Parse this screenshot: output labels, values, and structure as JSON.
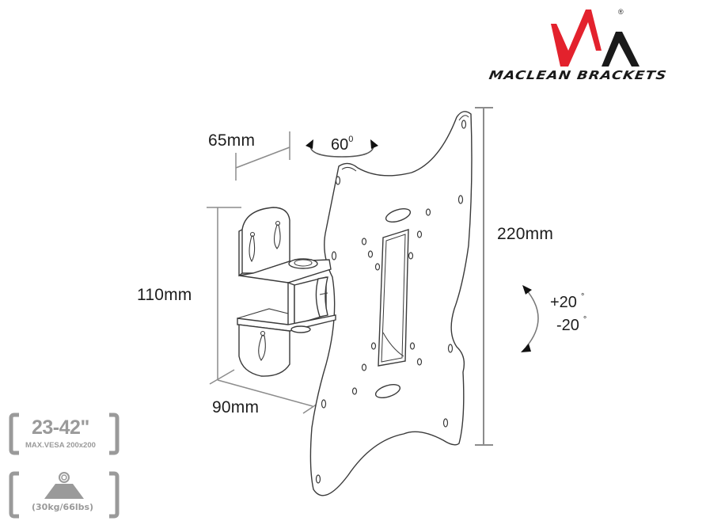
{
  "brand": {
    "name": "MACLEAN BRACKETS",
    "registered_mark": "®",
    "colors": {
      "logo_red": "#e3222d",
      "logo_black": "#1a1a1a"
    }
  },
  "dimensions": {
    "depth_min": "65mm",
    "depth_max": "90mm",
    "wall_plate_height": "110mm",
    "tv_plate_height": "220mm"
  },
  "rotation": {
    "swivel": {
      "value": "60",
      "unit": "0"
    },
    "tilt_up": {
      "value": "+20",
      "unit": "°"
    },
    "tilt_down": {
      "value": "-20",
      "unit": "°"
    }
  },
  "badges": {
    "screen_size": {
      "range": "23-42\"",
      "vesa": "MAX.VESA 200x200"
    },
    "load": {
      "icon": "weight-icon",
      "capacity": "(30kg/66lbs)"
    }
  },
  "colors": {
    "line": "#3a3a3a",
    "dimension_line": "#8c8c8c",
    "badge_gray": "#9a9a9a"
  }
}
